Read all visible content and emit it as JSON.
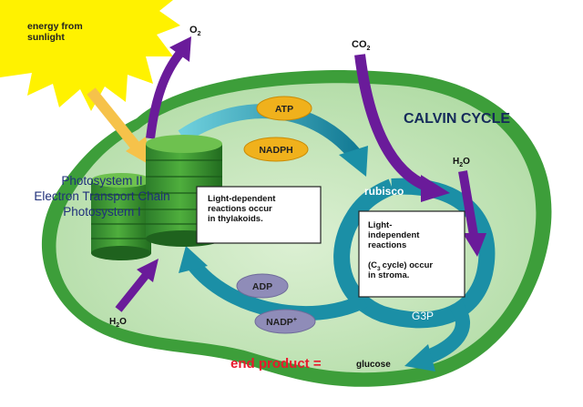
{
  "labels": {
    "sunlight": [
      "energy from",
      "sunlight"
    ],
    "o2": "O",
    "o2_sub": "2",
    "co2": "CO",
    "co2_sub": "2",
    "calvin_cycle": "CALVIN CYCLE",
    "h2o_right": "H",
    "h2o_right_sub": "2",
    "h2o_right_end": "O",
    "h2o_left": "H",
    "h2o_left_sub": "2",
    "h2o_left_end": "O",
    "photosystem_ii": "Photosystem II",
    "electron_transport_chain": "Electron Transport Chain",
    "photosystem_i": "Photosystem I",
    "rubisco": "rubisco",
    "g3p": "G3P",
    "end_product": "end product =",
    "glucose": "glucose"
  },
  "badges": {
    "atp": "ATP",
    "nadph": "NADPH",
    "adp": "ADP",
    "nadp": "NADP",
    "nadp_sup": "+"
  },
  "boxes": {
    "light_dependent": [
      "Light-dependent",
      "reactions occur",
      "in thylakoids."
    ],
    "light_independent": [
      "Light-",
      "independent",
      "reactions",
      "cycle) occur",
      "in stroma."
    ],
    "c3_prefix": "(C",
    "c3_sub": "3"
  },
  "colors": {
    "stroma_fill": "#bfe3b4",
    "chloroplast_edge": "#2f9a3a",
    "cycle_teal": "#1b8fa6",
    "arrow_purple": "#6a1b9a",
    "badge_gold": "#f0b11c",
    "badge_slate": "#8f8cb8",
    "sun_yellow": "#fff200",
    "end_product_red": "#e8192c",
    "calvin_navy": "#152a5a"
  }
}
